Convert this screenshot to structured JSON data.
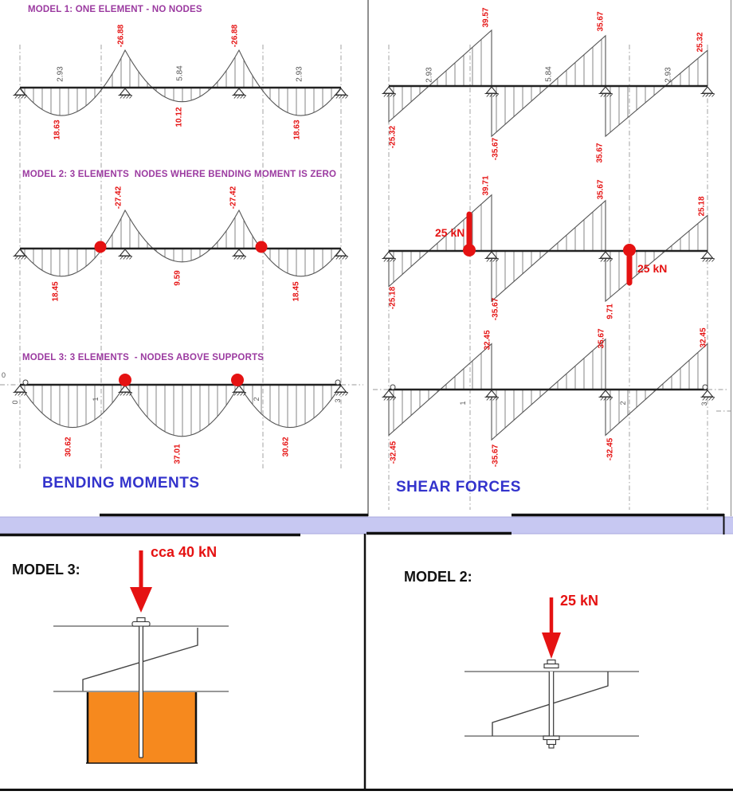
{
  "page": {
    "left_caption": "BENDING MOMENTS",
    "right_caption": "SHEAR FORCES"
  },
  "models": {
    "model1_title": "MODEL 1: ONE ELEMENT - NO NODES",
    "model2_title": "MODEL 2: 3 ELEMENTS  NODES WHERE BENDING MOMENT IS ZERO",
    "model3_title": "MODEL 3: 3 ELEMENTS  - NODES ABOVE SUPPORTS"
  },
  "details": {
    "left_title": "MODEL 3:",
    "left_load": "cca 40 kN",
    "right_title": "MODEL 2:",
    "right_load": "25 kN"
  },
  "colors": {
    "accent_red": "#e51212",
    "title_purple": "#9b3aa0",
    "caption_blue": "#3333cc",
    "block_orange": "#f6891e",
    "band_lavender": "#c7c8f2"
  },
  "chart_data": [
    {
      "id": "bending-model1",
      "type": "area",
      "quantity": "bending-moment",
      "span_lengths": [
        2.93,
        5.84,
        2.93
      ],
      "support_moments": [
        0,
        -26.88,
        -26.88,
        0
      ],
      "midspan_moments": [
        18.63,
        10.12,
        18.63
      ],
      "labels": {
        "supports": [
          "-26.88",
          "-26.88"
        ],
        "spans": [
          "18.63",
          "10.12",
          "18.63"
        ],
        "lengths": [
          "2.93",
          "5.84",
          "2.93"
        ]
      }
    },
    {
      "id": "bending-model2",
      "type": "area",
      "quantity": "bending-moment",
      "support_moments": [
        0,
        -27.42,
        -27.42,
        0
      ],
      "midspan_moments": [
        18.45,
        9.59,
        18.45
      ],
      "zero_moment_nodes": true,
      "labels": {
        "supports": [
          "-27.42",
          "-27.42"
        ],
        "spans": [
          "18.45",
          "9.59",
          "18.45"
        ]
      }
    },
    {
      "id": "bending-model3",
      "type": "area",
      "quantity": "bending-moment",
      "support_moments": [
        0,
        0,
        0,
        0
      ],
      "midspan_moments": [
        30.62,
        37.01,
        30.62
      ],
      "labels": {
        "spans": [
          "30.62",
          "37.01",
          "30.62"
        ],
        "nodes": [
          "0",
          "1",
          "2",
          "3"
        ],
        "axis_origin": "0"
      }
    },
    {
      "id": "shear-model1",
      "type": "area",
      "quantity": "shear-force",
      "span_lengths": [
        2.93,
        5.84,
        2.93
      ],
      "span_start_values": [
        -25.32,
        -35.67,
        -35.67
      ],
      "span_end_values": [
        39.57,
        35.67,
        25.32
      ],
      "labels": {
        "top": [
          "39.57",
          "35.67",
          "25.32"
        ],
        "bottom": [
          "-25.32",
          "-35.67",
          "35.67"
        ],
        "lengths": [
          "2.93",
          "5.84",
          "2.93"
        ]
      }
    },
    {
      "id": "shear-model2",
      "type": "area",
      "quantity": "shear-force",
      "span_start_values": [
        -25.18,
        -35.67,
        -35.67
      ],
      "span_end_values": [
        39.71,
        35.67,
        25.18
      ],
      "point_loads": [
        {
          "label": "25 kN",
          "value_kN": 25
        },
        {
          "label": "25 kN",
          "value_kN": 25
        }
      ],
      "labels": {
        "top": [
          "39.71",
          "35.67",
          "25.18"
        ],
        "bottom": [
          "-25.18",
          "-35.67",
          "9.71"
        ]
      }
    },
    {
      "id": "shear-model3",
      "type": "area",
      "quantity": "shear-force",
      "span_start_values": [
        -32.45,
        -35.67,
        -32.45
      ],
      "span_end_values": [
        32.45,
        35.67,
        32.45
      ],
      "labels": {
        "top": [
          "32.45",
          "35.67",
          "32.45"
        ],
        "bottom": [
          "-32.45",
          "-35.67",
          "-32.45"
        ],
        "nodes": [
          "1",
          "2",
          "3"
        ]
      }
    }
  ]
}
